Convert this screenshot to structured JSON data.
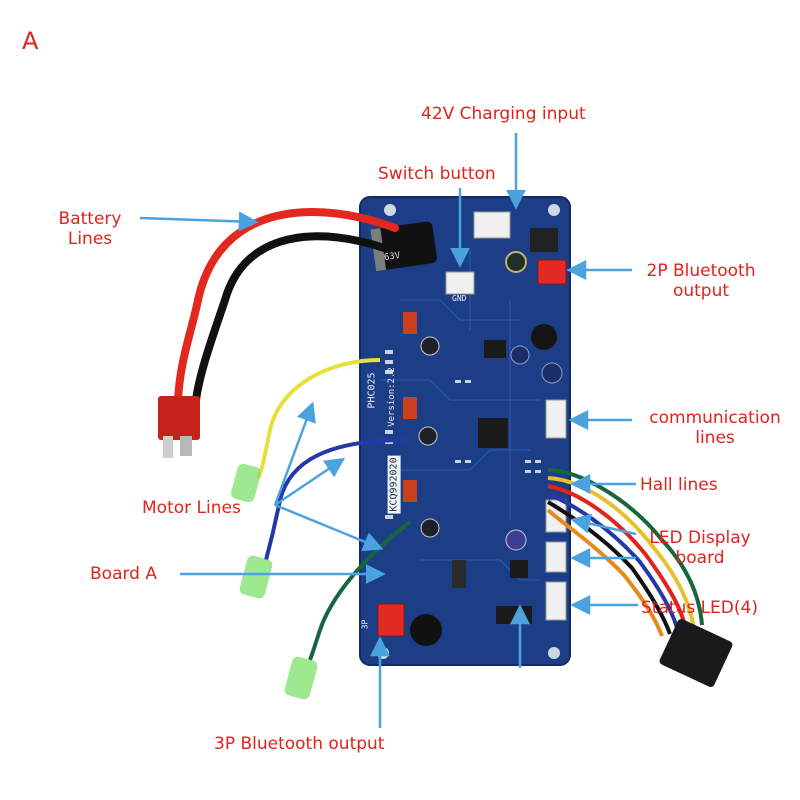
{
  "figure_letter": "A",
  "labels": {
    "charging_input": "42V Charging input",
    "switch_button": "Switch button",
    "battery_lines": [
      "Battery",
      "Lines"
    ],
    "bluetooth_2p": [
      "2P Bluetooth",
      "output"
    ],
    "communication": [
      "communication",
      "lines"
    ],
    "hall_lines": "Hall lines",
    "led_display": [
      "LED Display",
      "board"
    ],
    "status_led": "Status LED(4)",
    "motor_lines": "Motor Lines",
    "board_a": "Board A",
    "bluetooth_3p": "3P Bluetooth output"
  },
  "board_markings": {
    "model": "PHC025",
    "version": "Version:2.2",
    "code": "KCQ992020",
    "cap": "63V",
    "gnd": "GND",
    "p3": "3P"
  },
  "colors": {
    "label_text": "#e0231c",
    "arrow": "#4aa3df",
    "pcb": "#1c3e86"
  }
}
